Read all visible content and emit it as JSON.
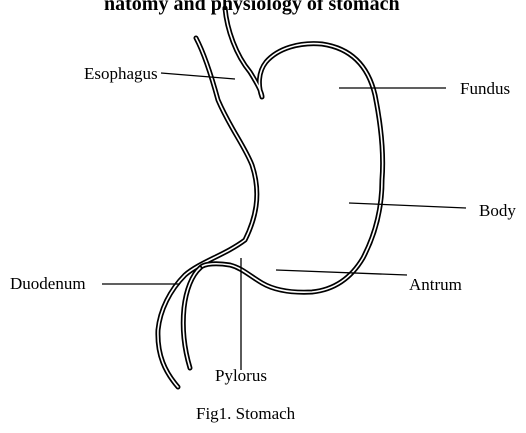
{
  "heading": "natomy and physiology of stomach",
  "caption": "Fig1. Stomach",
  "labels": {
    "esophagus": "Esophagus",
    "fundus": "Fundus",
    "body": "Body",
    "duodenum": "Duodenum",
    "antrum": "Antrum",
    "pylorus": "Pylorus"
  }
}
